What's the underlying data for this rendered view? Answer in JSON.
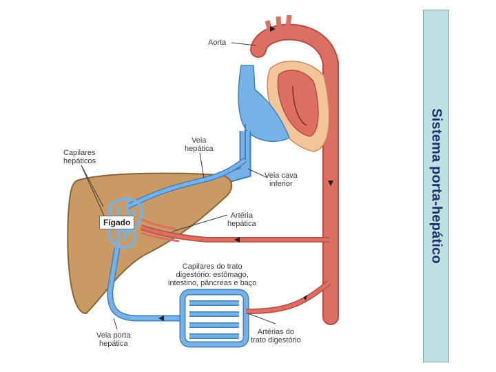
{
  "title": "Sistema porta-hepático",
  "labels": {
    "aorta": "Aorta",
    "hepatic_vein": "Veia\nhepática",
    "hepatic_capillaries": "Capilares\nhepáticos",
    "inferior_vena_cava": "Veia cava\ninferior",
    "liver": "Fígado",
    "hepatic_artery": "Artéria\nhepática",
    "digestive_capillaries": "Capilares do trato\ndigestório: estômago,\nintestino, pâncreas e baço",
    "hepatic_portal_vein": "Veia porta\nhepática",
    "digestive_arteries": "Artérias do\ntrato digestório"
  },
  "colors": {
    "artery": "#dd6e63",
    "artery_dark": "#b84a40",
    "vein": "#76b2e6",
    "vein_dark": "#3f7fc0",
    "liver": "#c99a63",
    "liver_dark": "#8a6338",
    "heart_tissue": "#f5c59a",
    "title_bar": "#bfe0e2",
    "title_text": "#1f2f6e"
  }
}
